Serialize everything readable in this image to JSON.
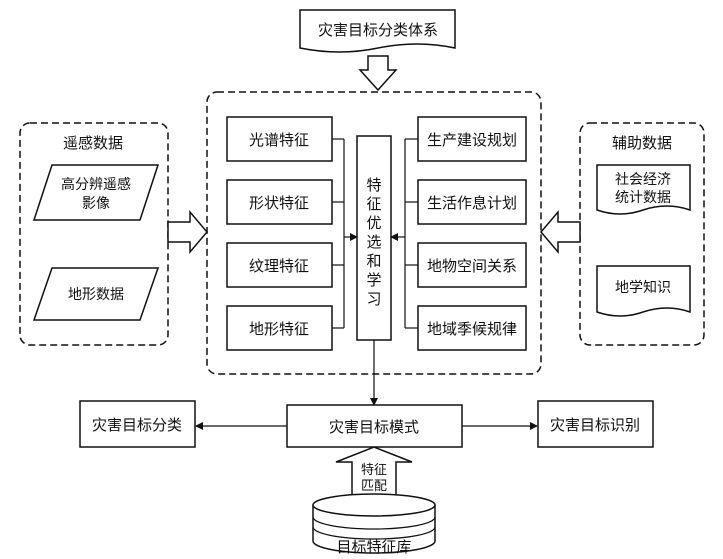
{
  "title_doc": "灾害目标分类体系",
  "remote_sensing": {
    "group_title": "遥感数据",
    "items": [
      "高分辨遥感",
      "影像",
      "地形数据"
    ]
  },
  "features": [
    "光谱特征",
    "形状特征",
    "纹理特征",
    "地形特征"
  ],
  "selection": [
    "特",
    "征",
    "优",
    "选",
    "和",
    "学",
    "习"
  ],
  "knowledge_items": [
    "生产建设规划",
    "生活作息计划",
    "地物空间关系",
    "地域季候规律"
  ],
  "auxiliary": {
    "group_title": "辅助数据",
    "stats_line1": "社会经济",
    "stats_line2": "统计数据",
    "geo_knowledge": "地学知识"
  },
  "bottom": {
    "classification": "灾害目标分类",
    "pattern": "灾害目标模式",
    "recognition": "灾害目标识别",
    "matching_line1": "特征",
    "matching_line2": "匹配",
    "database": "目标特征库"
  }
}
